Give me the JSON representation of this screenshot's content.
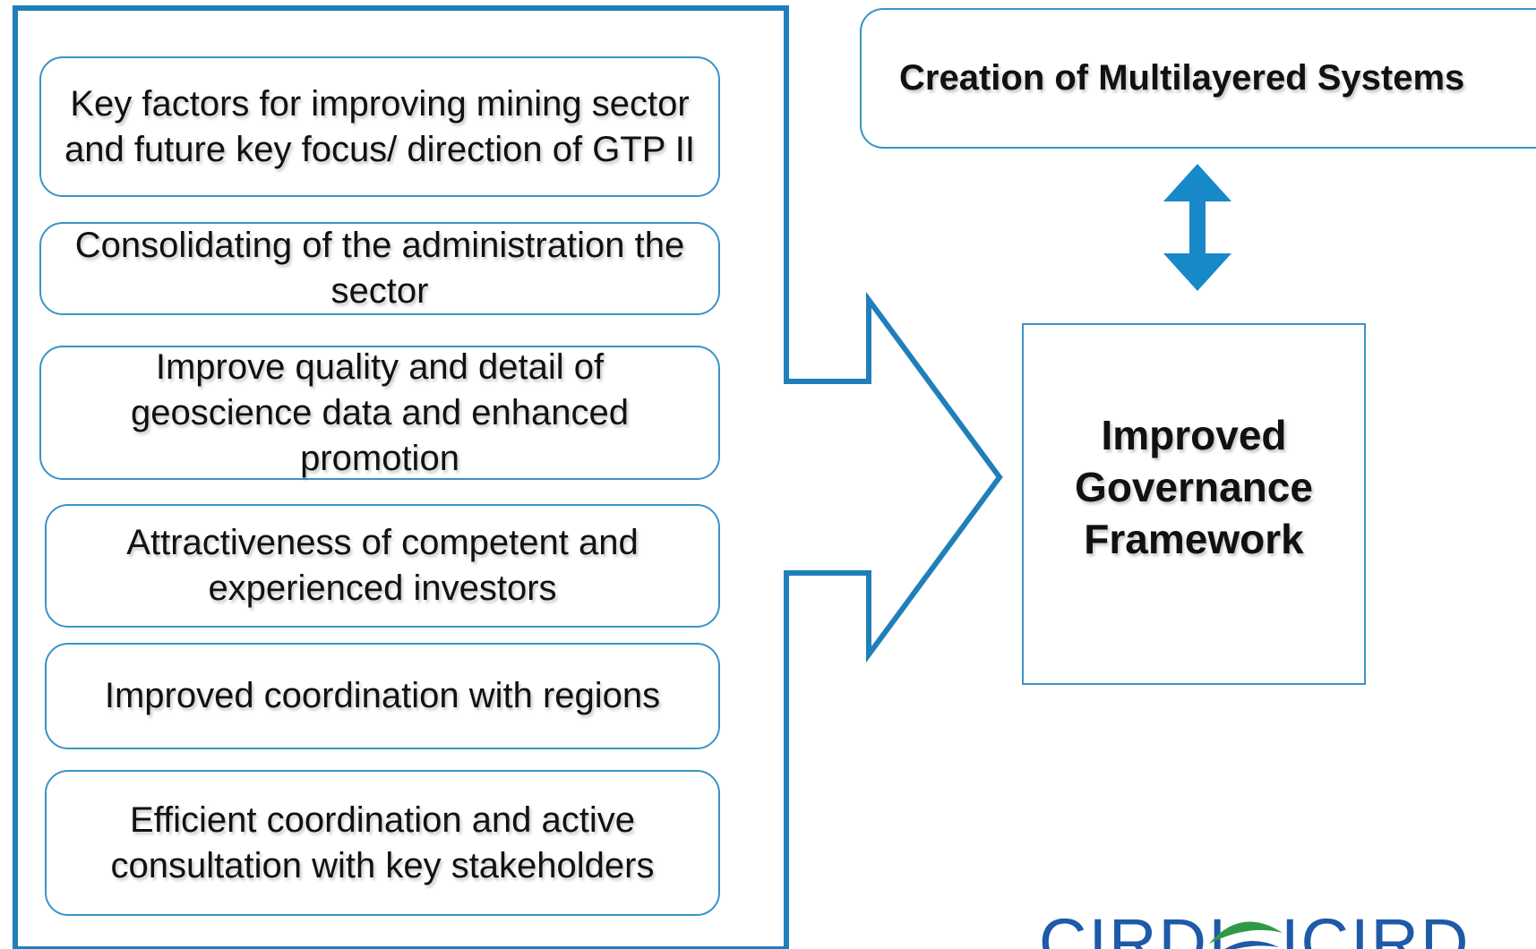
{
  "factors": [
    "Key factors for improving  mining sector and future key focus/ direction of GTP II",
    "Consolidating  of the administration the sector",
    "Improve quality and detail of geoscience data and enhanced promotion",
    "Attractiveness of competent and experienced investors",
    "Improved coordination with regions",
    "Efficient coordination and active consultation with key stakeholders"
  ],
  "top_box": "Creation of Multilayered Systems",
  "result": "Improved Governance Framework",
  "logo": {
    "left": "CIRDI",
    "right": "ICIRD"
  },
  "colors": {
    "outline": "#3a93c8",
    "frame": "#1f7fba",
    "arrow": "#1789c8",
    "logo_blue": "#1d5aa8",
    "logo_green": "#2e9a48"
  }
}
